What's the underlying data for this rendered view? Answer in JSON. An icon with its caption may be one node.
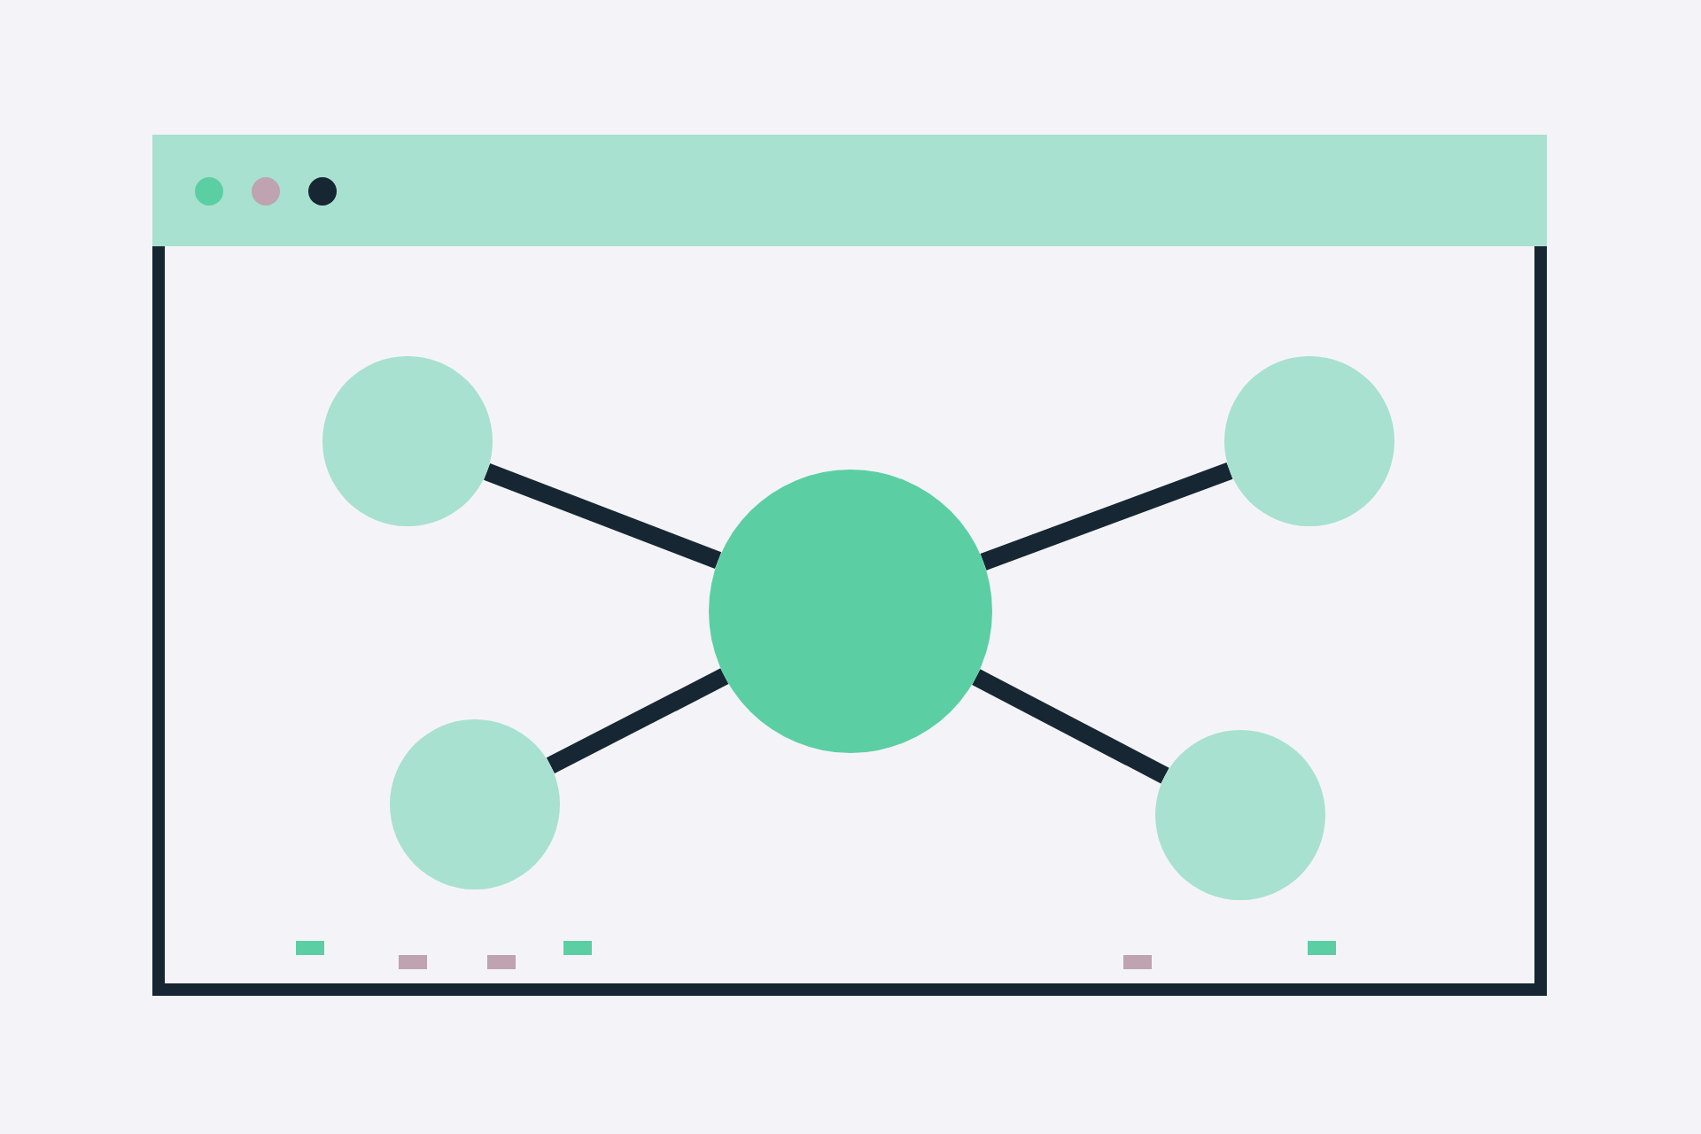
{
  "diagram": {
    "nodes": [
      {
        "text": [],
        "shape": "circle"
      },
      {
        "text": [],
        "shape": "circle"
      },
      {
        "text": [],
        "shape": "circle"
      },
      {
        "text": [],
        "shape": "circle"
      },
      {
        "text": [],
        "shape": "circle"
      }
    ],
    "edges": [
      {
        "from": 2,
        "to": 0,
        "arrow": "none"
      },
      {
        "from": 2,
        "to": 1,
        "arrow": "none"
      },
      {
        "from": 2,
        "to": 3,
        "arrow": "none"
      },
      {
        "from": 2,
        "to": 4,
        "arrow": "none"
      }
    ]
  }
}
